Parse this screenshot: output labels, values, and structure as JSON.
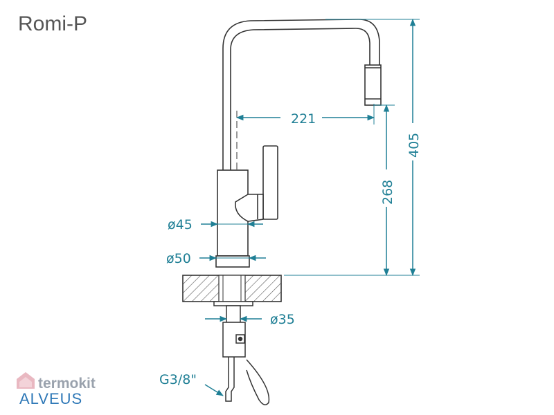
{
  "title": "Romi-P",
  "dimensions": {
    "reach": "221",
    "spout_height": "268",
    "total_height": "405",
    "body_diameter": "ø45",
    "base_diameter": "ø50",
    "mount_diameter": "ø35",
    "connection": "G3/8\""
  },
  "watermark": {
    "line1": "termokit",
    "line2": "ALVEUS"
  },
  "colors": {
    "dimension": "#1f7f95",
    "outline": "#333333"
  }
}
